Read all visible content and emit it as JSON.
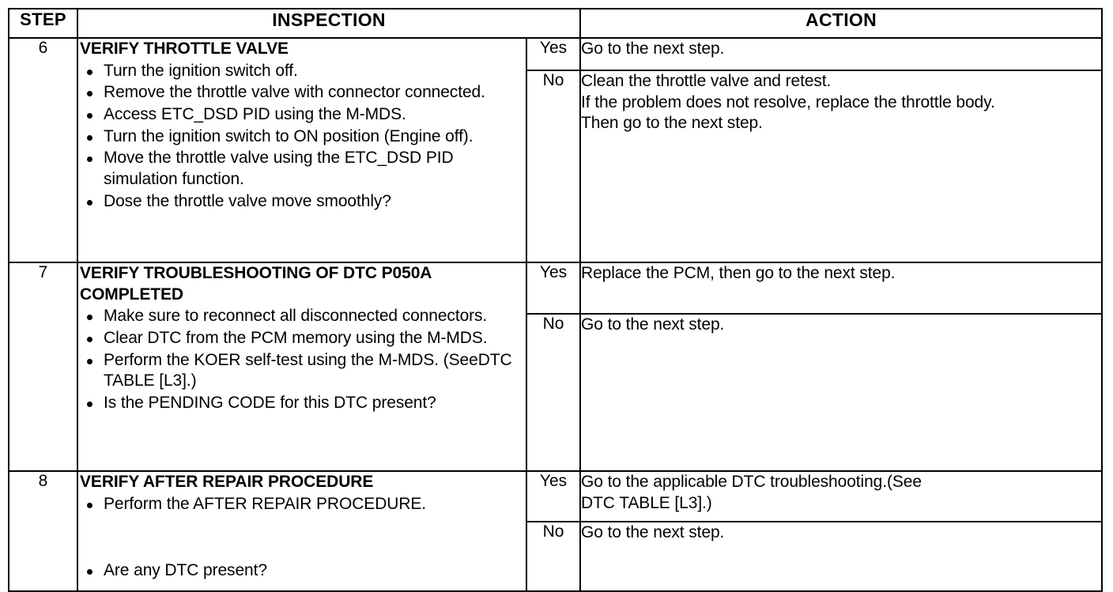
{
  "table": {
    "headers": {
      "step": "STEP",
      "inspection": "INSPECTION",
      "action": "ACTION"
    },
    "answer_labels": {
      "yes": "Yes",
      "no": "No"
    },
    "rows": [
      {
        "step": "6",
        "inspection_title": "VERIFY THROTTLE VALVE",
        "inspection_bullets": [
          "Turn the ignition switch off.",
          "Remove the throttle valve with connector connected.",
          "Access ETC_DSD PID using the M-MDS.",
          "Turn the ignition switch to ON position (Engine off).",
          "Move the throttle valve using the ETC_DSD PID simulation function.",
          "Dose the throttle valve move smoothly?"
        ],
        "yes_action": [
          "Go to the next step."
        ],
        "no_action": [
          "Clean the throttle valve and retest.",
          "If the problem does not resolve, replace the throttle body.",
          "Then go to the next step."
        ]
      },
      {
        "step": "7",
        "inspection_title": "VERIFY TROUBLESHOOTING OF DTC P050A COMPLETED",
        "inspection_bullets": [
          "Make sure to reconnect all disconnected connectors.",
          "Clear DTC from the PCM memory using the M-MDS.",
          "Perform the KOER self-test using the M-MDS. (SeeDTC TABLE [L3].)",
          "Is the PENDING CODE for this DTC present?"
        ],
        "yes_action": [
          "Replace the PCM, then go to the next step."
        ],
        "no_action": [
          "Go to the next step."
        ]
      },
      {
        "step": "8",
        "inspection_title": "VERIFY AFTER REPAIR PROCEDURE",
        "inspection_bullets": [
          "Perform the AFTER REPAIR PROCEDURE.",
          "Are any DTC present?"
        ],
        "yes_action": [
          "Go to the applicable DTC troubleshooting.(See",
          "DTC TABLE [L3].)"
        ],
        "no_action": [
          "Go to the next step."
        ]
      }
    ]
  },
  "colors": {
    "border": "#000000",
    "text": "#000000",
    "background": "#ffffff"
  }
}
